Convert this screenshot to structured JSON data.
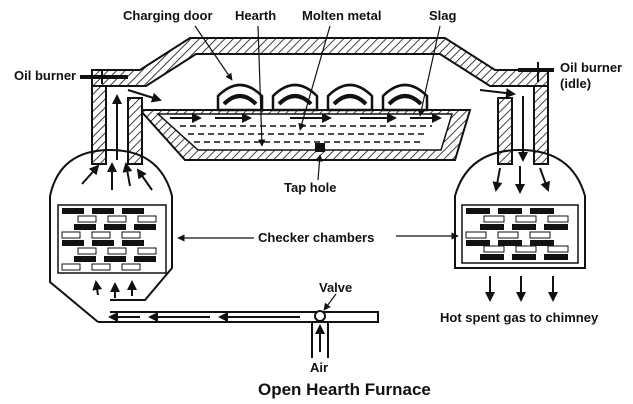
{
  "diagram": {
    "title": "Open Hearth Furnace",
    "labels": {
      "charging_door": "Charging door",
      "hearth": "Hearth",
      "molten_metal": "Molten metal",
      "slag": "Slag",
      "oil_burner_left": "Oil burner",
      "oil_burner_right_line1": "Oil burner",
      "oil_burner_right_line2": "(idle)",
      "tap_hole": "Tap hole",
      "checker_chambers": "Checker chambers",
      "valve": "Valve",
      "air": "Air",
      "hot_gas": "Hot spent gas to chimney"
    }
  }
}
